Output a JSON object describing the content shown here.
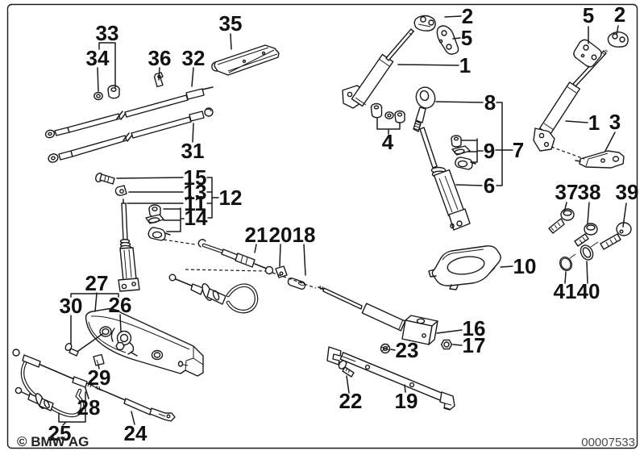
{
  "diagram": {
    "title": "parts-exploded-diagram",
    "line_color": "#1a1a1a",
    "background": "#ffffff"
  },
  "callouts": [
    "33",
    "34",
    "36",
    "32",
    "35",
    "31",
    "2",
    "5",
    "1",
    "8",
    "4",
    "9",
    "7",
    "6",
    "5",
    "2",
    "1",
    "3",
    "37",
    "38",
    "39",
    "41",
    "40",
    "10",
    "15",
    "13",
    "11",
    "14",
    "12",
    "21",
    "20",
    "18",
    "27",
    "30",
    "26",
    "29",
    "28",
    "25",
    "24",
    "16",
    "17",
    "23",
    "22",
    "19"
  ],
  "footer": {
    "copyright": "© BMW AG",
    "drawing_number": "00007533"
  }
}
